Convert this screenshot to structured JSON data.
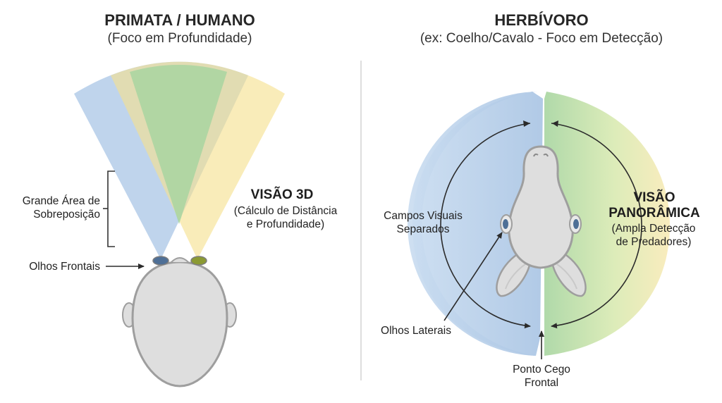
{
  "left": {
    "title": "PRIMATA / HUMANO",
    "subtitle": "(Foco em Profundidade)",
    "overlap_label_line1": "Grande Área de",
    "overlap_label_line2": "Sobreposição",
    "eyes_label": "Olhos Frontais",
    "vision_title": "VISÃO 3D",
    "vision_desc_line1": "(Cálculo de Distância",
    "vision_desc_line2": "e Profundidade)"
  },
  "right": {
    "title": "HERBÍVORO",
    "subtitle": "(ex: Coelho/Cavalo - Foco em Detecção)",
    "fields_label_line1": "Campos Visuais",
    "fields_label_line2": "Separados",
    "eyes_label": "Olhos Laterais",
    "vision_title_line1": "VISÃO",
    "vision_title_line2": "PANORÂMICA",
    "vision_desc_line1": "(Ampla Detecção",
    "vision_desc_line2": "de Predadores)",
    "blind_spot_line1": "Ponto Cego",
    "blind_spot_line2": "Frontal"
  },
  "colors": {
    "left_eye_field": "#a9c6e6",
    "right_eye_field": "#f5e08e",
    "overlap_field": "#a8d5a0",
    "head_fill": "#dedede",
    "head_stroke": "#9e9e9e"
  }
}
